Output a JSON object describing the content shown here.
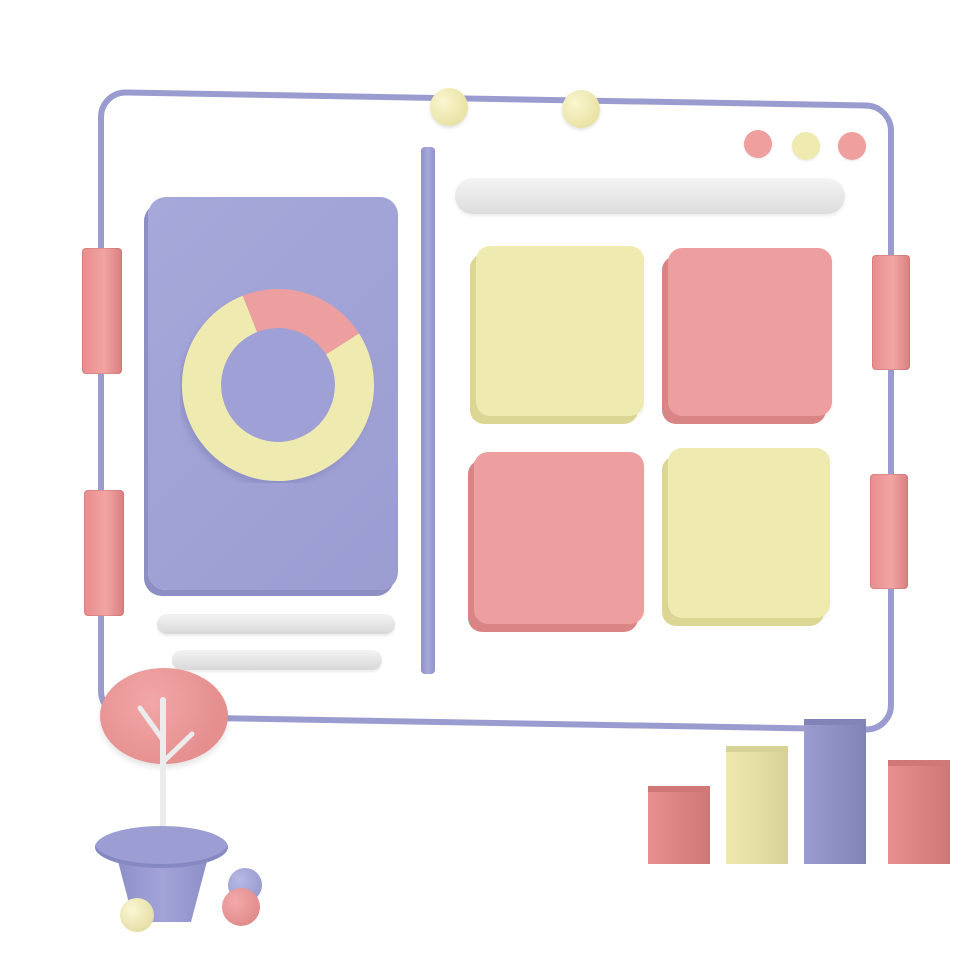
{
  "colors": {
    "lavender": "#9a9ccf",
    "yellow": "#efeaaf",
    "red": "#ec9f9e",
    "grey": "#e2e2e2",
    "white": "#ffffff"
  },
  "window": {
    "controls": [
      {
        "name": "window-dot-red",
        "color": "#ef9f9e"
      },
      {
        "name": "window-dot-yellow",
        "color": "#efeaaf"
      },
      {
        "name": "window-dot-red-2",
        "color": "#ef9f9e"
      }
    ]
  },
  "donut": {
    "segments": [
      {
        "name": "highlight",
        "fraction": 0.22,
        "color": "#ec9f9e"
      },
      {
        "name": "rest",
        "fraction": 0.78,
        "color": "#efeaaf"
      }
    ]
  },
  "tiles": [
    {
      "name": "tile-top-left",
      "color": "yellow"
    },
    {
      "name": "tile-top-right",
      "color": "red"
    },
    {
      "name": "tile-bottom-left",
      "color": "red"
    },
    {
      "name": "tile-bottom-right",
      "color": "yellow"
    }
  ],
  "bar_chart": {
    "type": "bar",
    "values": [
      78,
      118,
      145,
      104
    ],
    "colors": [
      "#e88f8f",
      "#efeaaf",
      "#9a9ccf",
      "#e88f8f"
    ]
  },
  "icons": [
    "donut-chart-icon",
    "plant-icon",
    "bar-chart-icon"
  ]
}
